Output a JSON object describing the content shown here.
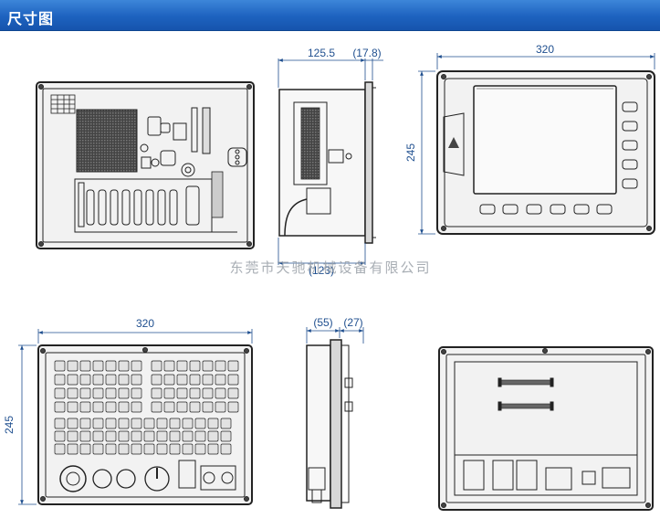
{
  "header": {
    "title": "尺寸图",
    "accent_color": "#1d62bf"
  },
  "dimensions": {
    "top_side_depth": "125.5",
    "top_side_front": "(17.8)",
    "top_side_bottom": "(123)",
    "top_front_width": "320",
    "top_front_height": "245",
    "bottom_front_width": "320",
    "bottom_front_height": "245",
    "bottom_side_depth": "(55)",
    "bottom_side_front": "(27)"
  },
  "watermark": "东莞市天驰机械设备有限公司",
  "colors": {
    "line": "#222222",
    "dimension": "#1f4f8f",
    "panel_fill": "#f2f2f2"
  },
  "views": [
    "rear-view-controller",
    "side-view-controller",
    "front-view-display",
    "front-view-keyboard",
    "side-view-keyboard",
    "rear-view-keyboard"
  ]
}
